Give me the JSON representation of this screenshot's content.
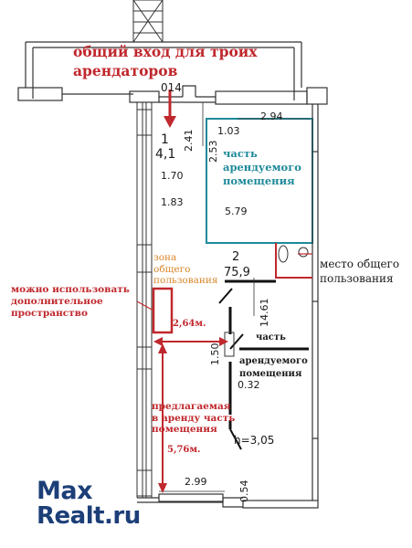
{
  "annotations": {
    "shared_entrance": "общий вход для троих арендаторов",
    "rented_part_top_line1": "часть",
    "rented_part_top_line2": "арендуемого",
    "rented_part_top_line3": "помещения",
    "common_zone_line1": "зона",
    "common_zone_line2": "общего",
    "common_zone_line3": "пользования",
    "common_place_line1": "место общего",
    "common_place_line2": "пользования",
    "extra_space_line1": "можно использовать",
    "extra_space_line2": "дополнительное",
    "extra_space_line3": "пространство",
    "rented_part_right_line1": "часть",
    "rented_part_right_line2": "арендуемого",
    "rented_part_right_line3": "помещения",
    "offered_line1": "предлагаемая",
    "offered_line2": "в аренду часть",
    "offered_line3": "помещения",
    "width_dim": "2,64м.",
    "length_dim": "5,76м."
  },
  "plan_labels": {
    "door_code": "014",
    "room1_number": "1",
    "room1_area": "4,1",
    "d_2_41": "2.41",
    "d_2_53": "2.53",
    "d_1_03": "1.03",
    "d_2_94": "2.94",
    "d_1_70": "1.70",
    "d_1_83": "1.83",
    "d_5_79": "5.79",
    "room2_number": "2",
    "room2_area": "75,9",
    "d_14_61": "14.61",
    "d_1_50": "1.50",
    "d_0_32": "0.32",
    "height": "h=3,05",
    "d_2_99": "2.99",
    "d_0_54": "0.54"
  },
  "watermark": {
    "line1": "Max",
    "line2": "Realt.ru"
  },
  "colors": {
    "annotation_red": "#c0282d",
    "annotation_teal": "#1f8a9a",
    "annotation_orange": "#d9862a",
    "plan_line": "#333333",
    "watermark_blue": "#1d3f78"
  }
}
